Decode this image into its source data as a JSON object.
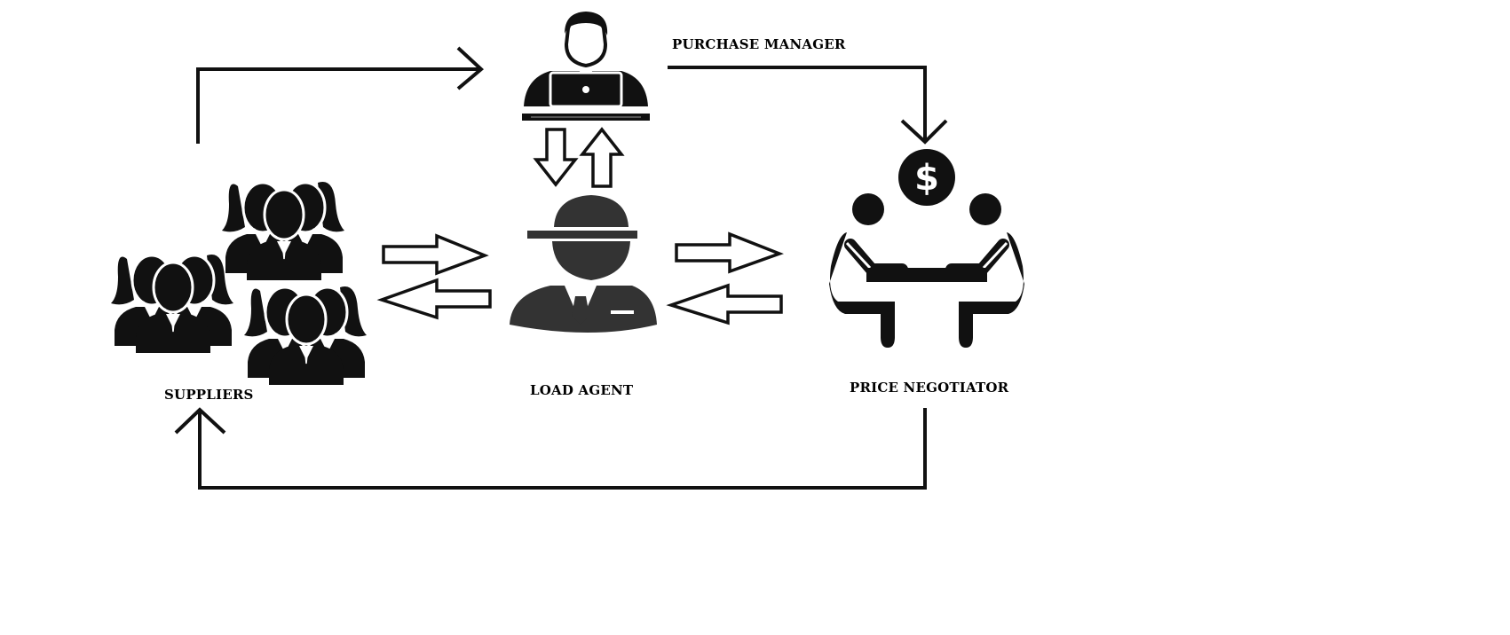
{
  "diagram": {
    "nodes": {
      "purchase_manager": {
        "label": "PURCHASE MANAGER",
        "icon": "person-at-laptop-icon"
      },
      "suppliers": {
        "label": "SUPPLIERS",
        "icon": "group-of-people-icon"
      },
      "load_agent": {
        "label": "LOAD AGENT",
        "icon": "agent-with-hat-icon"
      },
      "price_negotiator": {
        "label": "PRICE NEGOTIATOR",
        "icon": "negotiation-table-icon"
      }
    },
    "currency_symbol": "$",
    "colors": {
      "ink": "#000000",
      "figure": "#1a1a1a",
      "background": "#ffffff"
    }
  }
}
